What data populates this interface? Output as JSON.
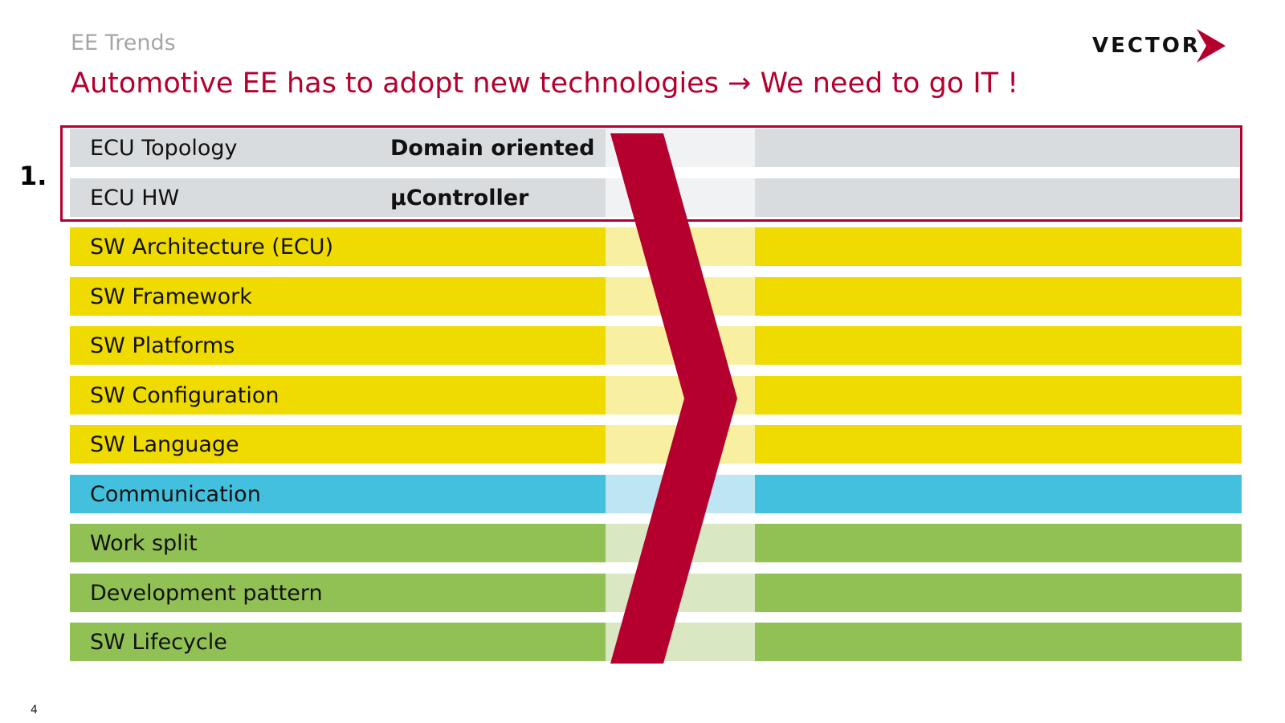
{
  "header": {
    "kicker": "EE Trends",
    "title": "Automotive EE has to adopt new technologies → We need to go IT !"
  },
  "logo": {
    "text": "VECTOR",
    "mark_icon": "vector-chevron-icon"
  },
  "step_number": "1.",
  "colors": {
    "accent": "#b5002f",
    "grey": "#d9dcdf",
    "grey_light": "#f1f2f4",
    "yellow": "#f0db00",
    "yellow_light": "#f8f0a0",
    "blue": "#43c0dd",
    "blue_light": "#bde6f2",
    "green": "#91c054",
    "green_light": "#d9e8c3"
  },
  "rows": [
    {
      "label": "ECU Topology",
      "value": "Domain oriented",
      "group": "grey"
    },
    {
      "label": "ECU HW",
      "value": "μController",
      "group": "grey"
    },
    {
      "label": "SW Architecture (ECU)",
      "value": "",
      "group": "yellow"
    },
    {
      "label": "SW Framework",
      "value": "",
      "group": "yellow"
    },
    {
      "label": "SW Platforms",
      "value": "",
      "group": "yellow"
    },
    {
      "label": "SW Configuration",
      "value": "",
      "group": "yellow"
    },
    {
      "label": "SW Language",
      "value": "",
      "group": "yellow"
    },
    {
      "label": "Communication",
      "value": "",
      "group": "blue"
    },
    {
      "label": "Work split",
      "value": "",
      "group": "green"
    },
    {
      "label": "Development pattern",
      "value": "",
      "group": "green"
    },
    {
      "label": "SW Lifecycle",
      "value": "",
      "group": "green"
    }
  ],
  "transition_icon": "transition-chevron-icon",
  "page_number": "4"
}
